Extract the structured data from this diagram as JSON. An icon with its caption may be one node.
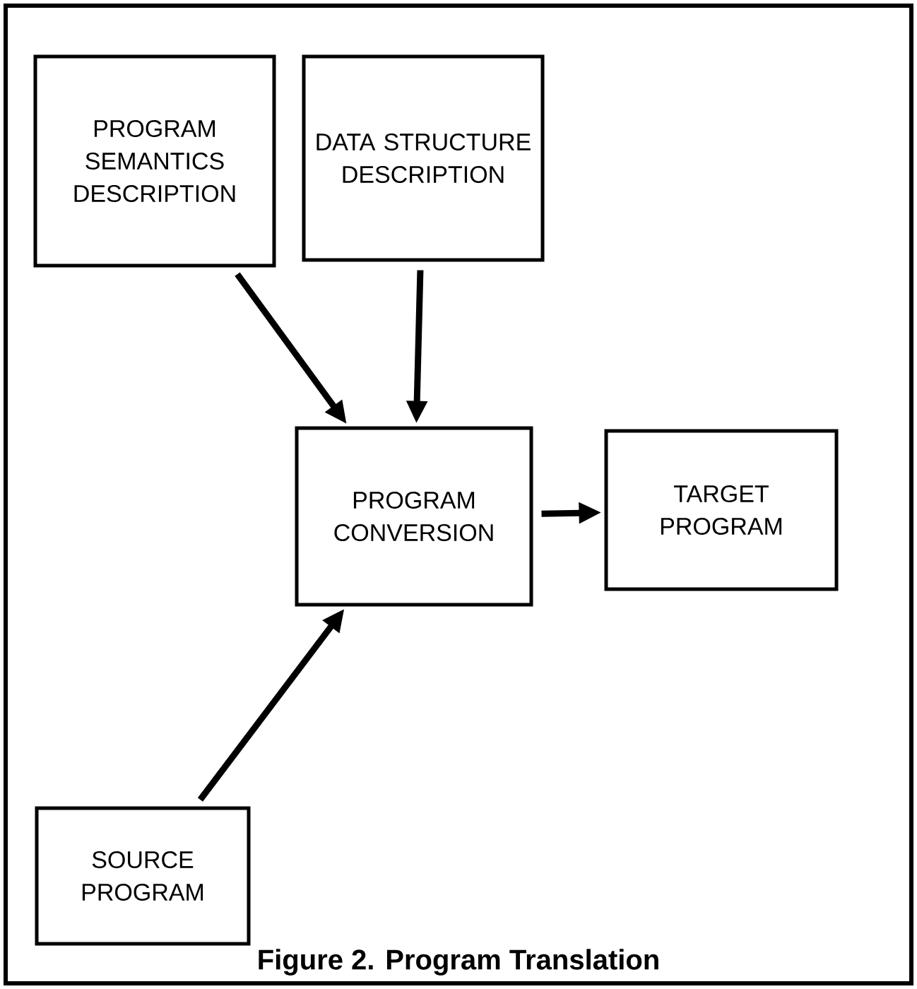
{
  "diagram": {
    "caption": "Figure 2. Program Translation",
    "nodes": [
      {
        "text": [
          "PROGRAM SEMANTICS DESCRIPTION"
        ]
      },
      {
        "text": [
          "DATA STRUCTURE DESCRIPTION"
        ]
      },
      {
        "text": [
          "PROGRAM CONVERSION"
        ]
      },
      {
        "text": [
          "TARGET PROGRAM"
        ]
      },
      {
        "text": [
          "SOURCE PROGRAM"
        ]
      }
    ],
    "edges": [
      {
        "from": 0,
        "to": 2,
        "arrow": "to"
      },
      {
        "from": 1,
        "to": 2,
        "arrow": "to"
      },
      {
        "from": 4,
        "to": 2,
        "arrow": "to"
      },
      {
        "from": 2,
        "to": 3,
        "arrow": "to"
      }
    ]
  }
}
